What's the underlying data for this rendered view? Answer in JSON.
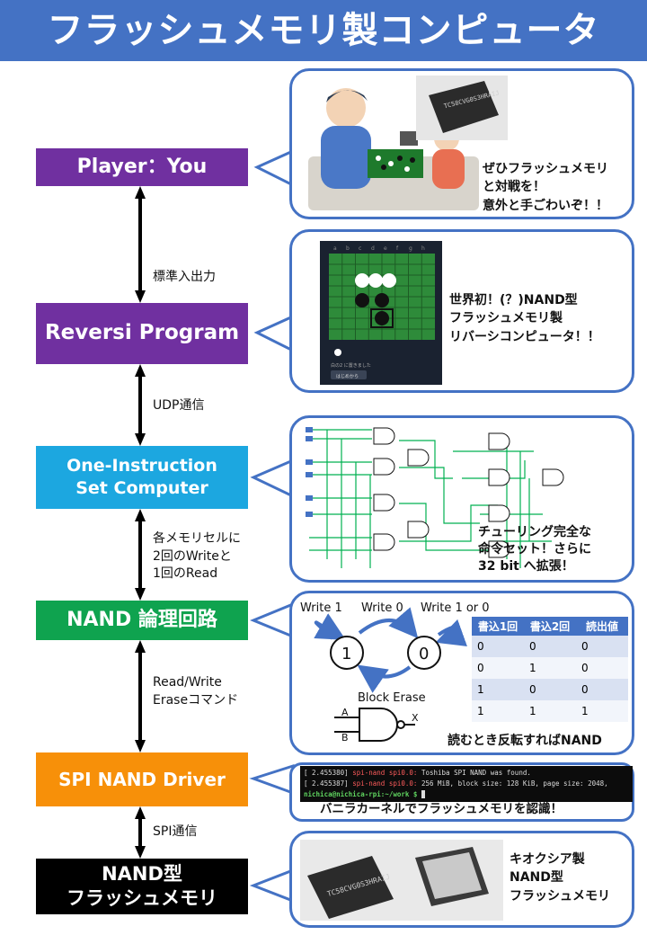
{
  "title": "フラッシュメモリ製コンピュータ",
  "layers": {
    "player": "Player：You",
    "reversi": "Reversi Program",
    "oisc_line1": "One-Instruction",
    "oisc_line2": "Set Computer",
    "nand_logic": "NAND 論理回路",
    "spi_driver": "SPI NAND Driver",
    "flash_line1": "NAND型",
    "flash_line2": "フラッシュメモリ"
  },
  "links": {
    "stdio": "標準入出力",
    "udp": "UDP通信",
    "cell_line1": "各メモリセルに",
    "cell_line2": "2回のWriteと",
    "cell_line3": "1回のRead",
    "rw_line1": "Read/Write",
    "rw_line2": "Eraseコマンド",
    "spi": "SPI通信"
  },
  "callouts": {
    "player_line1": "ぜひフラッシュメモリ",
    "player_line2": "と対戦を！",
    "player_line3": "意外と手ごわいぞ！！",
    "reversi_line1": "世界初！(？)NAND型",
    "reversi_line2": "フラッシュメモリ製",
    "reversi_line3": "リバーシコンピュータ！！",
    "oisc_line1": "チューリング完全な",
    "oisc_line2": "命令セット！さらに",
    "oisc_line3": "32 bit へ拡張！",
    "nand_note": "読むとき反転すればNAND",
    "spi_note": "バニラカーネルでフラッシュメモリを認識！",
    "flash_line1": "キオクシア製",
    "flash_line2": "NAND型",
    "flash_line3": "フラッシュメモリ"
  },
  "state_diagram": {
    "write1": "Write 1",
    "write0": "Write 0",
    "write1or0": "Write 1 or 0",
    "state1": "1",
    "state0": "0",
    "erase": "Block Erase",
    "gate_a": "A",
    "gate_b": "B",
    "gate_x": "X"
  },
  "truth_table": {
    "headers": [
      "書込1回",
      "書込2回",
      "読出値"
    ],
    "rows": [
      [
        "0",
        "0",
        "0"
      ],
      [
        "0",
        "1",
        "0"
      ],
      [
        "1",
        "0",
        "0"
      ],
      [
        "1",
        "1",
        "1"
      ]
    ]
  },
  "terminal": {
    "l1_time": "[    2.455380]",
    "l1_dev": "spi-nand spi0.0:",
    "l1_msg": "Toshiba SPI NAND was found.",
    "l2_time": "[    2.455387]",
    "l2_dev": "spi-nand spi0.0:",
    "l2_msg": "256 MiB, block size: 128 KiB, page size: 2048,",
    "prompt": "nichica@nichica-rpi:~/work $"
  },
  "chip_marking": "TC58CVG0S3HRAIJ",
  "game_screen": {
    "col_labels": [
      "a",
      "b",
      "c",
      "d",
      "e",
      "f",
      "g",
      "h"
    ],
    "status": "白の2 に置きました",
    "restart_button": "はじめから"
  },
  "colors": {
    "header_bg": "#4472c4",
    "player_box": "#7030a0",
    "oisc_box": "#1ca7e0",
    "nand_box": "#0fa34f",
    "spi_box": "#f79009",
    "flash_box": "#000000",
    "callout_border": "#4472c4",
    "circuit_wire": "#00b050"
  }
}
